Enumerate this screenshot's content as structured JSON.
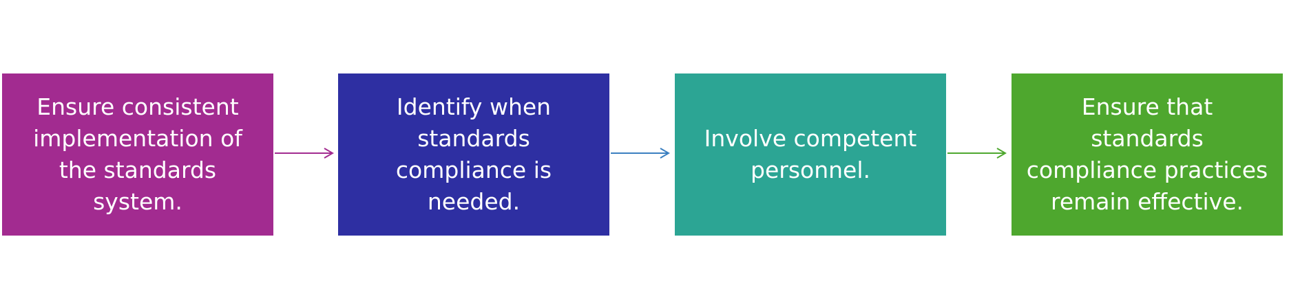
{
  "steps": [
    {
      "label": "Ensure consistent\nimplementation of\nthe standards\nsystem.",
      "color": "#a22b90"
    },
    {
      "label": "Identify when\nstandards\ncompliance is\nneeded.",
      "color": "#2e2fa2"
    },
    {
      "label": "Involve competent\npersonnel.",
      "color": "#2ca594"
    },
    {
      "label": "Ensure that\nstandards\ncompliance practices\nremain effective.",
      "color": "#4ea72e"
    }
  ],
  "connectors": [
    {
      "color": "#a22b90"
    },
    {
      "color": "#3a7fc0"
    },
    {
      "color": "#4ea72e"
    }
  ]
}
